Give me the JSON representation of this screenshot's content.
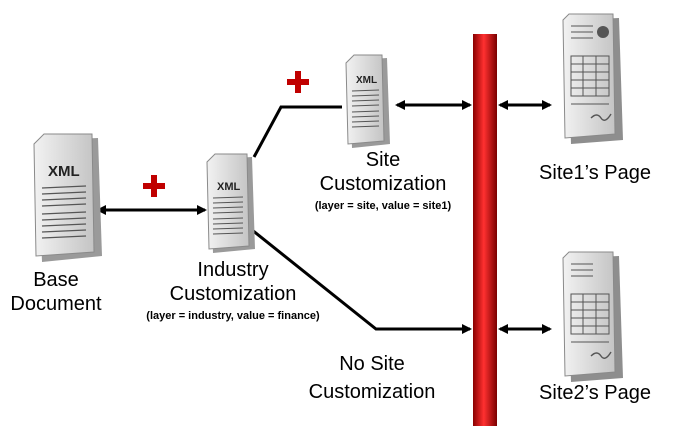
{
  "nodes": {
    "base": {
      "icon_text": "XML",
      "label_line1": "Base",
      "label_line2": "Document"
    },
    "industry": {
      "icon_text": "XML",
      "label_line1": "Industry",
      "label_line2": "Customization",
      "detail": "(layer = industry, value = finance)"
    },
    "site": {
      "icon_text": "XML",
      "label_line1": "Site",
      "label_line2": "Customization",
      "detail": "(layer = site, value = site1)"
    },
    "no_site": {
      "label_line1": "No Site",
      "label_line2": "Customization"
    }
  },
  "pages": {
    "site1": {
      "label": "Site1’s Page"
    },
    "site2": {
      "label": "Site2’s Page"
    }
  },
  "colors": {
    "plus": "#c00000",
    "bar": "#d01010"
  }
}
